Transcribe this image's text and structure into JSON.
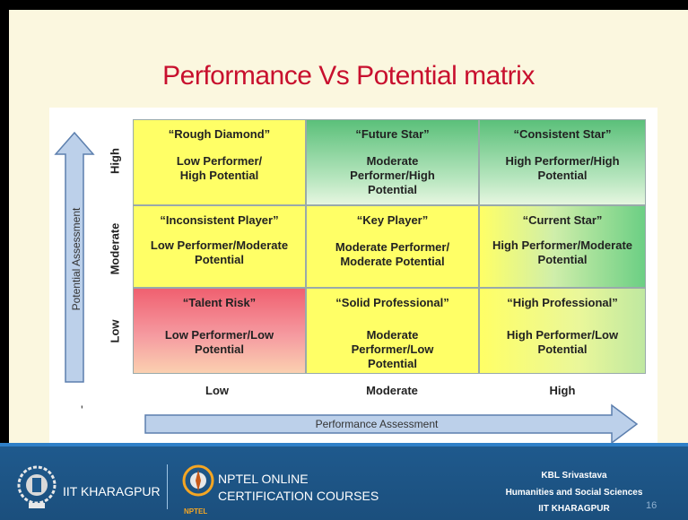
{
  "title": "Performance Vs Potential matrix",
  "y_axis": {
    "label": "Potential Assessment",
    "levels": [
      "High",
      "Moderate",
      "Low"
    ]
  },
  "x_axis": {
    "label": "Performance Assessment",
    "levels": [
      "Low",
      "Moderate",
      "High"
    ]
  },
  "cells": [
    {
      "nick": "“Rough Diamond”",
      "desc": "Low Performer/ High Potential"
    },
    {
      "nick": "“Future Star”",
      "desc": "Moderate Performer/High Potential"
    },
    {
      "nick": "“Consistent Star”",
      "desc": "High Performer/High Potential"
    },
    {
      "nick": "“Inconsistent Player”",
      "desc": "Low Performer/Moderate Potential"
    },
    {
      "nick": "“Key Player”",
      "desc": "Moderate Performer/ Moderate Potential"
    },
    {
      "nick": "“Current Star”",
      "desc": "High Performer/Moderate Potential"
    },
    {
      "nick": "“Talent Risk”",
      "desc": "Low Performer/Low Potential"
    },
    {
      "nick": "“Solid Professional”",
      "desc": "Moderate Performer/Low Potential"
    },
    {
      "nick": "“High Professional”",
      "desc": "High Performer/Low Potential"
    }
  ],
  "stray_mark": "'",
  "footer": {
    "left_label": "IIT KHARAGPUR",
    "center_line1": "NPTEL ONLINE",
    "center_line2": "CERTIFICATION COURSES",
    "nptel_tag": "NPTEL",
    "right_line1": "KBL Srivastava",
    "right_line2": "Humanities and Social Sciences",
    "right_line3": "IIT KHARAGPUR",
    "page_number": "16"
  },
  "toolbar_icons": [
    "arrow-icon",
    "arrow-icon",
    "pointer-icon",
    "arrow-icon",
    "pen-icon",
    "lines-icon",
    "pencil-icon",
    "marker-icon",
    "marker-icon",
    "line-icon",
    "dots-icon",
    "eraser-icon",
    "clear-icon"
  ],
  "colors": {
    "title": "#c8102e",
    "yellow": "#ffff66",
    "green": "#5bc07a",
    "red": "#f06070",
    "footer": "#1f5a8e"
  }
}
